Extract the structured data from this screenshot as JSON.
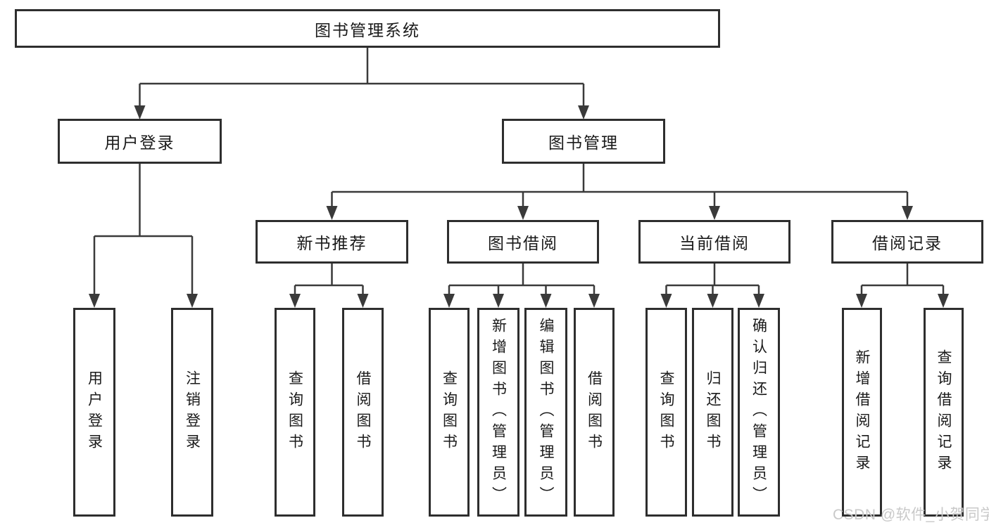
{
  "nodes": {
    "root": {
      "label": "图书管理系统"
    },
    "branches": [
      {
        "label": "用户登录"
      },
      {
        "label": "图书管理"
      }
    ],
    "sections": [
      {
        "label": "新书推荐"
      },
      {
        "label": "图书借阅"
      },
      {
        "label": "当前借阅"
      },
      {
        "label": "借阅记录"
      }
    ],
    "leaves": [
      {
        "label": "用户登录"
      },
      {
        "label": "注销登录"
      },
      {
        "label": "查询图书"
      },
      {
        "label": "借阅图书"
      },
      {
        "label": "查询图书"
      },
      {
        "label": "新增图书（管理员）"
      },
      {
        "label": "编辑图书（管理员）"
      },
      {
        "label": "借阅图书"
      },
      {
        "label": "查询图书"
      },
      {
        "label": "归还图书"
      },
      {
        "label": "确认归还（管理员）"
      },
      {
        "label": "新增借阅记录"
      },
      {
        "label": "查询借阅记录"
      }
    ]
  },
  "watermark": {
    "text": "CSDN @软件_小贺同学"
  },
  "colors": {
    "line": "#3a3a3a",
    "box_border": "#2e2e2e",
    "background": "#ffffff",
    "text": "#1a1a1a",
    "watermark": "#c9c9c9"
  }
}
